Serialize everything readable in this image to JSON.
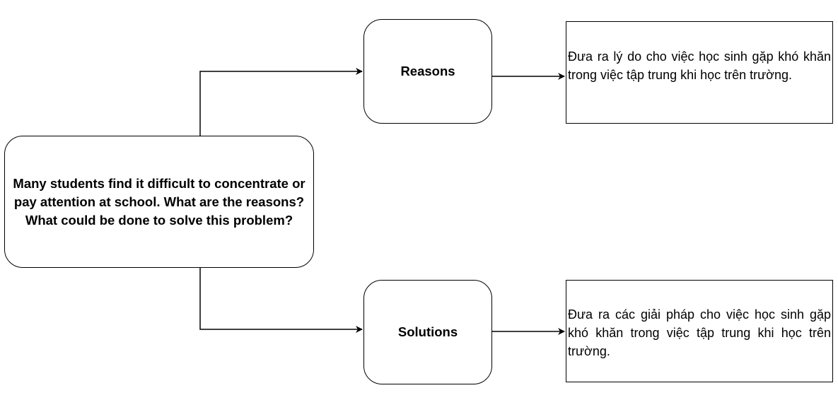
{
  "diagram": {
    "question": "Many students find it difficult to concentrate or pay attention at school. What are the reasons? What could be done to solve this problem?",
    "branches": [
      {
        "label": "Reasons",
        "description": "Đưa ra lý do cho việc học sinh gặp khó khăn trong việc tập trung khi học trên trường."
      },
      {
        "label": "Solutions",
        "description": "Đưa ra các giải pháp cho việc học sinh gặp khó khăn trong việc tập trung khi học trên trường."
      }
    ]
  }
}
